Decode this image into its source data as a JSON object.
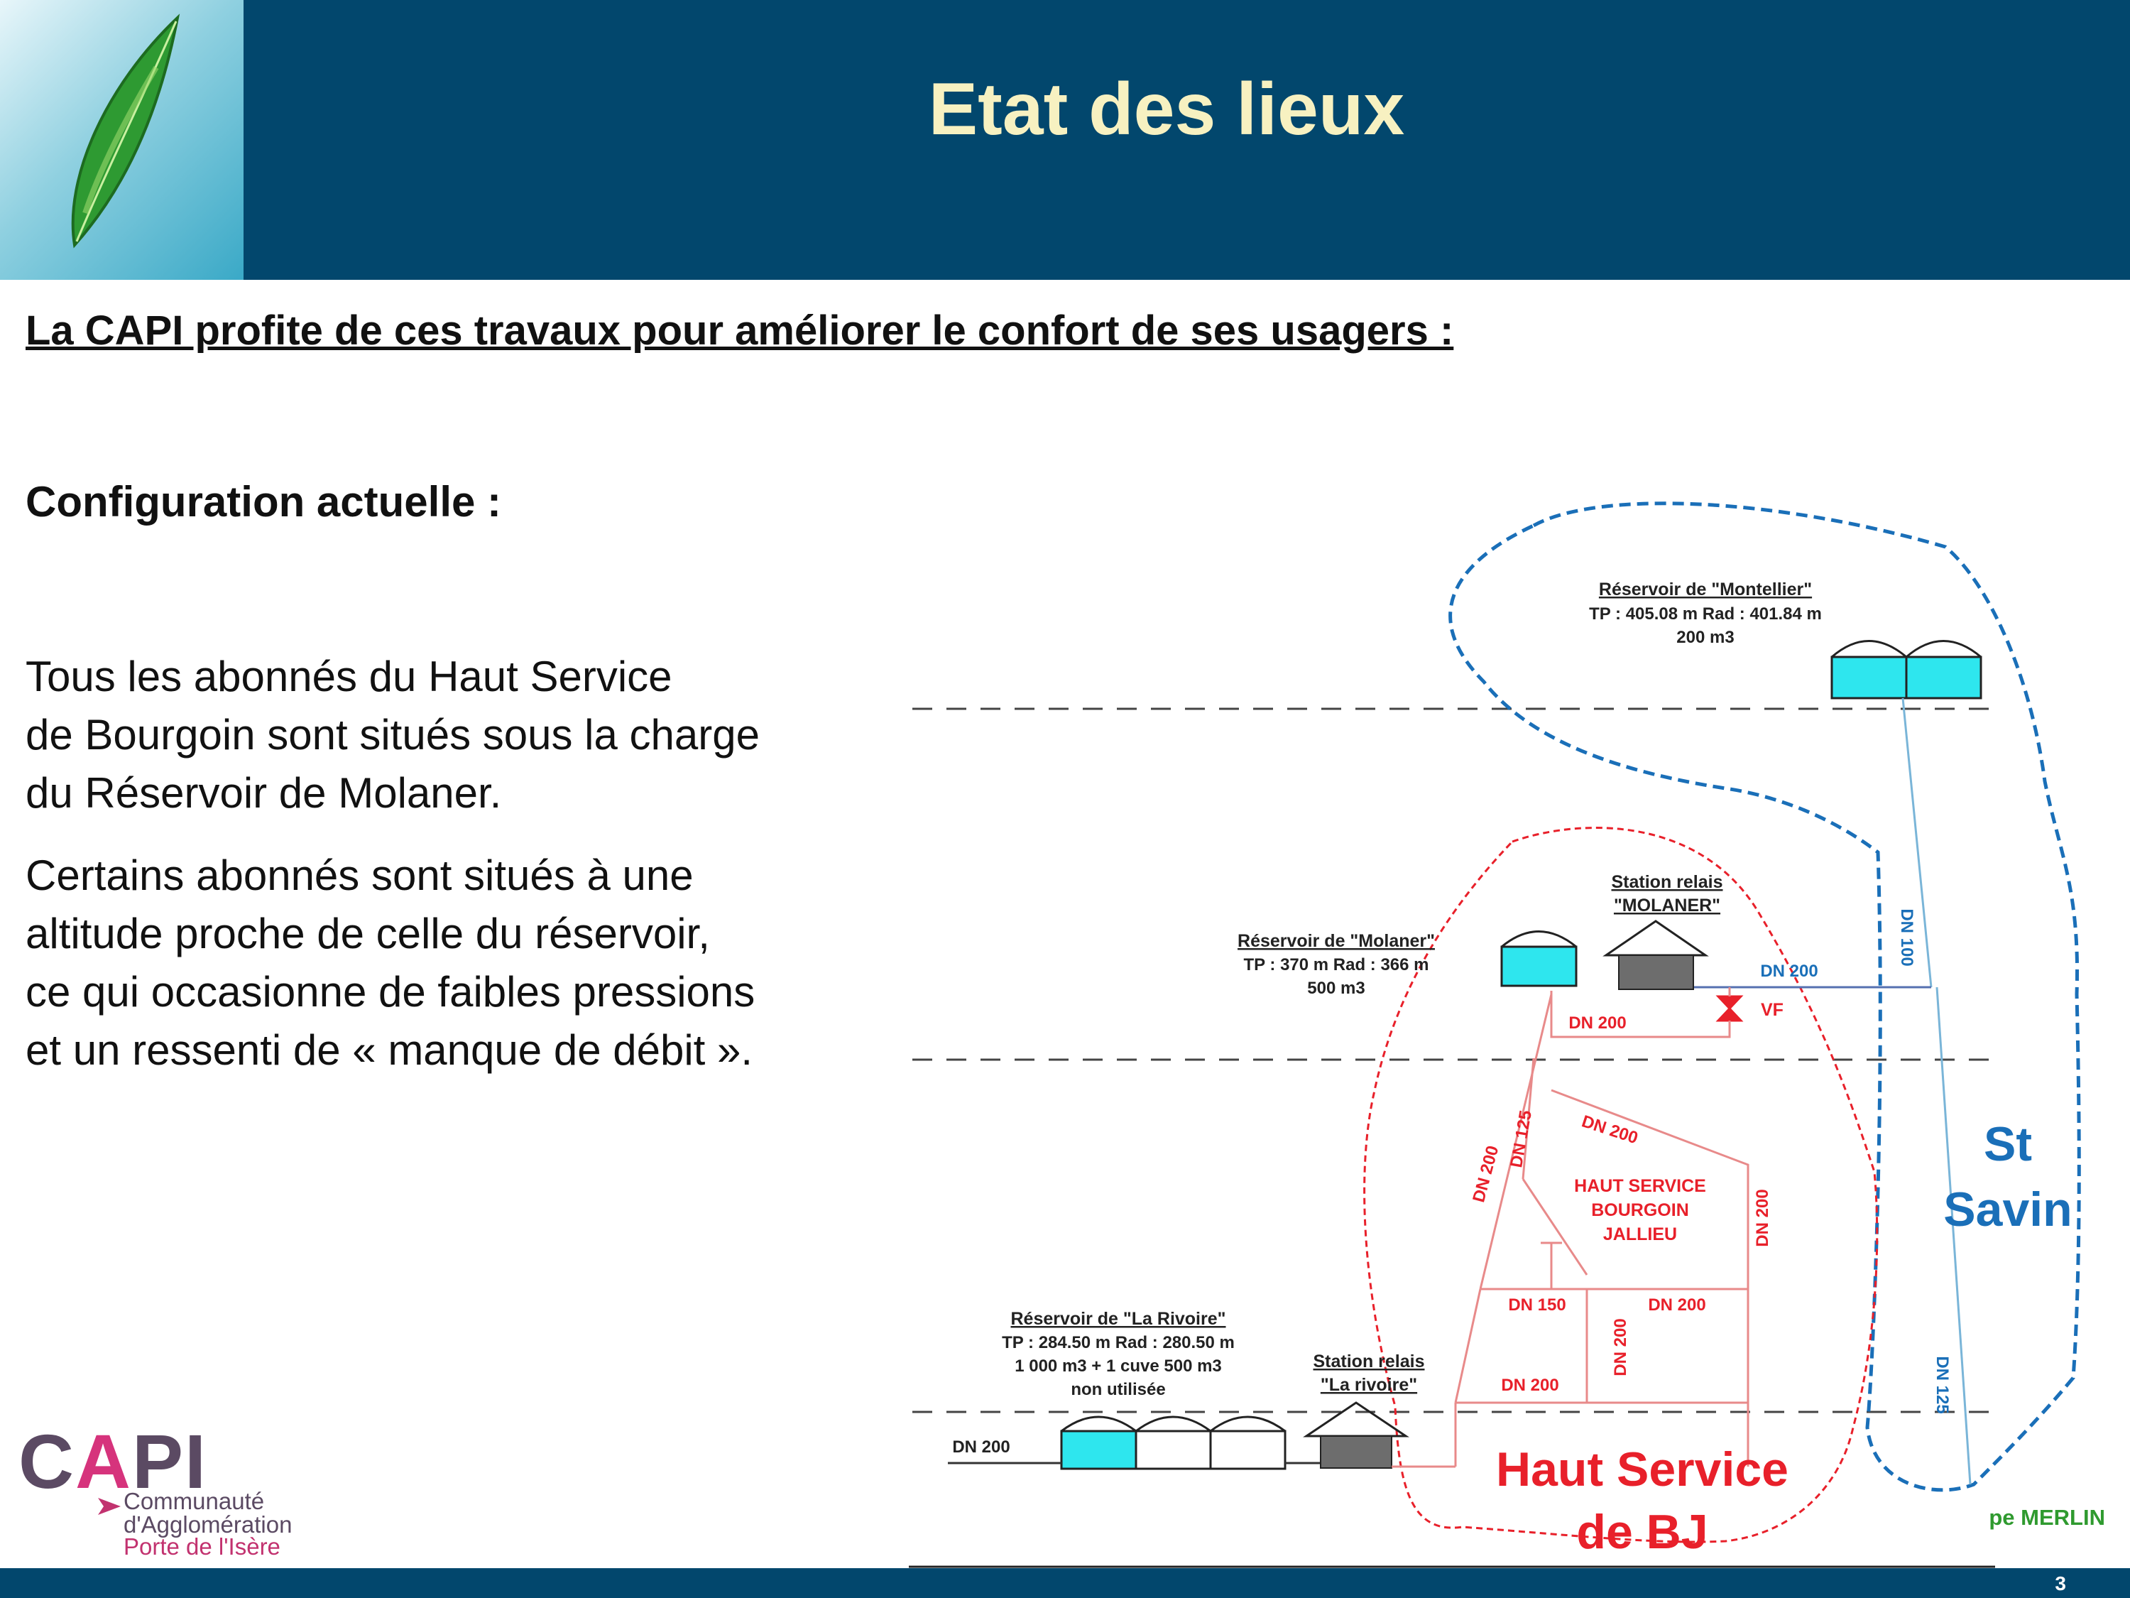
{
  "header": {
    "title": "Etat des lieux"
  },
  "subtitle": "La CAPI profite de ces travaux pour améliorer le confort de ses usagers  :",
  "config_heading": "Configuration actuelle :",
  "paragraph1": [
    "Tous les abonnés du Haut Service",
    "de Bourgoin sont situés sous la charge",
    "du Réservoir de Molaner."
  ],
  "paragraph2": [
    "Certains abonnés sont situés à une",
    "altitude proche de celle du réservoir,",
    "ce qui occasionne de faibles pressions",
    "et un ressenti de « manque de débit »."
  ],
  "diagram": {
    "montellier": {
      "title": "Réservoir de \"Montellier\"",
      "line1": "TP : 405.08 m Rad : 401.84 m",
      "line2": "200 m3"
    },
    "molaner": {
      "title": "Réservoir de \"Molaner\"",
      "line1": "TP : 370 m Rad : 366 m",
      "line2": "500 m3"
    },
    "station_molaner": {
      "line1": "Station relais",
      "line2": "\"MOLANER\""
    },
    "rivoire": {
      "title": "Réservoir de \"La Rivoire\"",
      "line1": "TP : 284.50 m Rad : 280.50 m",
      "line2": "1 000 m3 + 1 cuve 500 m3",
      "line3": "non utilisée"
    },
    "station_rivoire": {
      "line1": "Station relais",
      "line2": "\"La rivoire\""
    },
    "labels": {
      "dn200_blue": "DN 200",
      "dn100": "DN 100",
      "dn125_blue": "DN 125",
      "vf": "VF",
      "dn200_molaner": "DN 200",
      "dn125_red": "DN 125",
      "dn200_left_vert": "DN 200",
      "dn200_diag": "DN 200",
      "dn200_right_vert": "DN 200",
      "dn150": "DN 150",
      "dn200_mid_right": "DN 200",
      "dn200_mid_vert": "DN 200",
      "dn200_bottom": "DN 200",
      "dn200_left": "DN 200"
    },
    "haut_service_inner": [
      "HAUT SERVICE",
      "BOURGOIN",
      "JALLIEU"
    ],
    "st_savin": [
      "St",
      "Savin"
    ],
    "haut_service_bj": [
      "Haut Service",
      "de BJ"
    ]
  },
  "credit": "pe MERLIN",
  "page_number": "3",
  "logo": {
    "word_pre": "C",
    "word_a": "A",
    "word_post": "PI",
    "line1": "Communauté",
    "line2": "d'Agglomération",
    "line3": "Porte de l'Isère"
  },
  "colors": {
    "header_bg": "#02476d",
    "title": "#f7f1c1",
    "red": "#e8202a",
    "blue": "#1a6fb8",
    "tank": "#2ee6ee",
    "credit": "#2f9a2f"
  }
}
